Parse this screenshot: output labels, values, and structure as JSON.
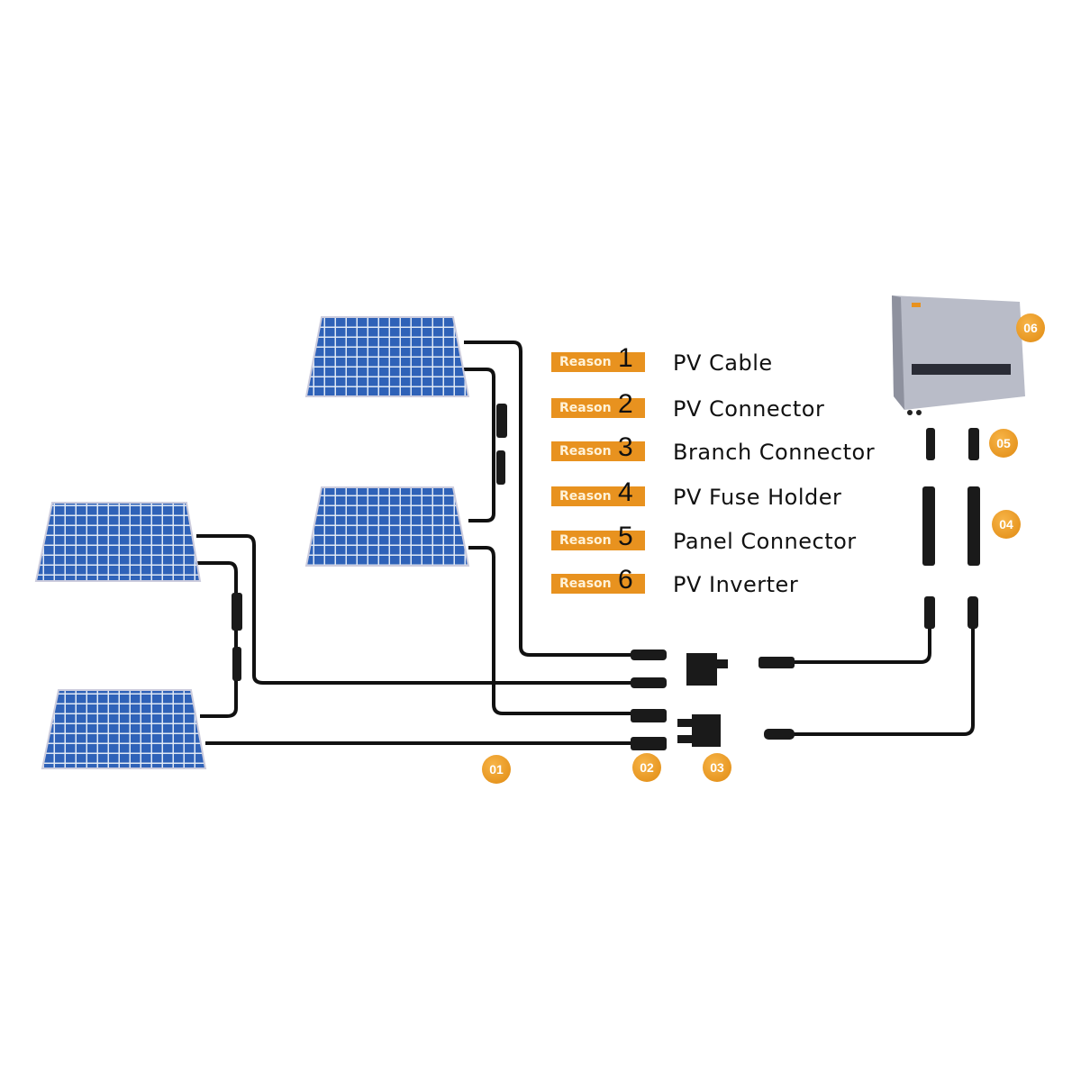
{
  "reasons": [
    {
      "tag": "Reason",
      "number": "1",
      "label": "PV Cable"
    },
    {
      "tag": "Reason",
      "number": "2",
      "label": "PV Connector"
    },
    {
      "tag": "Reason",
      "number": "3",
      "label": "Branch Connector"
    },
    {
      "tag": "Reason",
      "number": "4",
      "label": "PV Fuse Holder"
    },
    {
      "tag": "Reason",
      "number": "5",
      "label": "Panel Connector"
    },
    {
      "tag": "Reason",
      "number": "6",
      "label": "PV Inverter"
    }
  ],
  "badges": {
    "b01": "01",
    "b02": "02",
    "b03": "03",
    "b04": "04",
    "b05": "05",
    "b06": "06"
  },
  "colors": {
    "accent": "#e8921f",
    "panel": "#2f62b8",
    "cable": "#111111"
  }
}
